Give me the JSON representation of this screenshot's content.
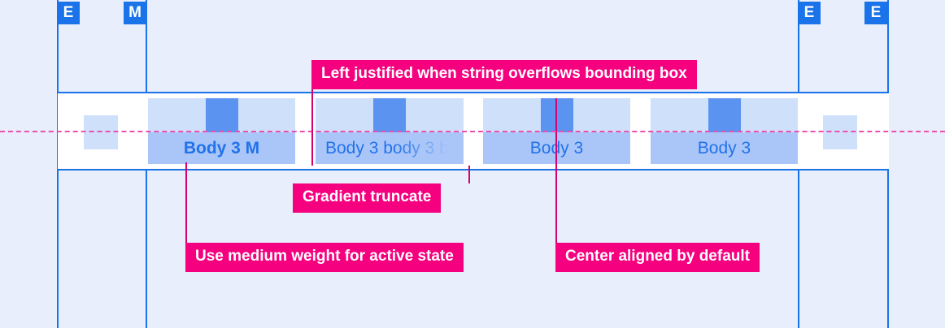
{
  "spec": {
    "title": "Tab bar text spec",
    "colors": {
      "background": "#e8eefb",
      "guide_blue": "#1a73e8",
      "annotation_magenta": "#f5007f",
      "centerline_pink": "#ec4fae",
      "tab_top_fill": "#cfe0fb",
      "tab_icon_fill": "#5b93f0",
      "tab_label_fill": "#aac6f9",
      "label_text": "#2272e8",
      "component_surface": "#ffffff"
    }
  },
  "badges": [
    {
      "label": "E",
      "name": "spacing-badge-e-left-outer"
    },
    {
      "label": "M",
      "name": "spacing-badge-m-left-inner"
    },
    {
      "label": "E",
      "name": "spacing-badge-e-right-inner"
    },
    {
      "label": "E",
      "name": "spacing-badge-e-right-outer"
    }
  ],
  "tabs": [
    {
      "label": "Body 3 M",
      "state": "active",
      "weight": "medium",
      "alignment": "center",
      "truncated": false
    },
    {
      "label": "Body 3 body 3 b",
      "state": "default",
      "weight": "regular",
      "alignment": "left",
      "truncated": true
    },
    {
      "label": "Body 3",
      "state": "default",
      "weight": "regular",
      "alignment": "center",
      "truncated": false
    },
    {
      "label": "Body 3",
      "state": "default",
      "weight": "regular",
      "alignment": "center",
      "truncated": false
    }
  ],
  "annotations": [
    {
      "text": "Left justified when string overflows bounding box",
      "name": "annotation-left-justified"
    },
    {
      "text": "Gradient truncate",
      "name": "annotation-gradient-truncate"
    },
    {
      "text": "Use medium weight for active state",
      "name": "annotation-medium-weight"
    },
    {
      "text": "Center aligned by default",
      "name": "annotation-center-aligned"
    }
  ]
}
